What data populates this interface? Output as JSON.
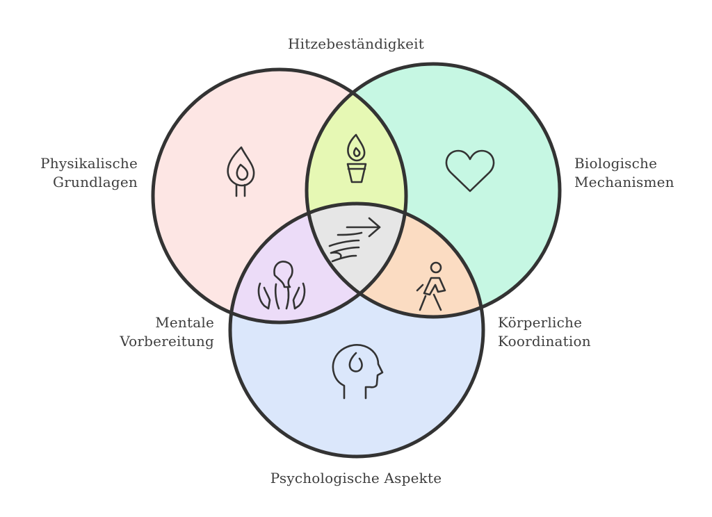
{
  "diagram": {
    "labels": {
      "top": "Hitzebeständigkeit",
      "left": [
        "Physikalische",
        "Grundlagen"
      ],
      "right": [
        "Biologische",
        "Mechanismen"
      ],
      "bottom_left": [
        "Mentale",
        "Vorbereitung"
      ],
      "bottom_right": [
        "Körperliche",
        "Koordination"
      ],
      "bottom": "Psychologische Aspekte"
    },
    "colors": {
      "circle_left": "#fde6e4",
      "circle_right": "#c6f7e3",
      "circle_bottom": "#dbe7fb",
      "overlap_left_right": "#e6f8b4",
      "overlap_left_bottom": "#ecdcf8",
      "overlap_right_bottom": "#fbdcc2",
      "overlap_center": "#e6e6e6",
      "outline": "#333333",
      "text": "#3d3d3d"
    },
    "icons": [
      "flame-candle-icon",
      "torch-icon",
      "heart-icon",
      "wind-arrow-icon",
      "person-hands-icon",
      "walking-person-icon",
      "head-flame-icon"
    ]
  }
}
